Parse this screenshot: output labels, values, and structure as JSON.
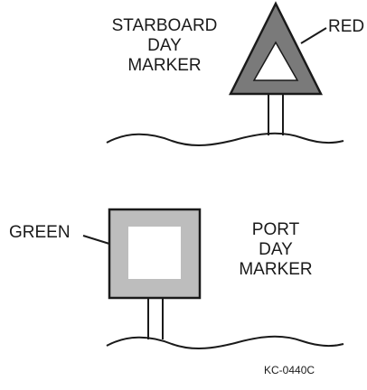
{
  "starboard": {
    "label_line1": "STARBOARD",
    "label_line2": "DAY",
    "label_line3": "MARKER",
    "color_label": "RED",
    "shape": "triangle",
    "fill_color": "#7a7a7a"
  },
  "port": {
    "label_line1": "PORT",
    "label_line2": "DAY",
    "label_line3": "MARKER",
    "color_label": "GREEN",
    "shape": "square",
    "fill_color": "#bdbdbd"
  },
  "figure_code": "KC-0440C"
}
